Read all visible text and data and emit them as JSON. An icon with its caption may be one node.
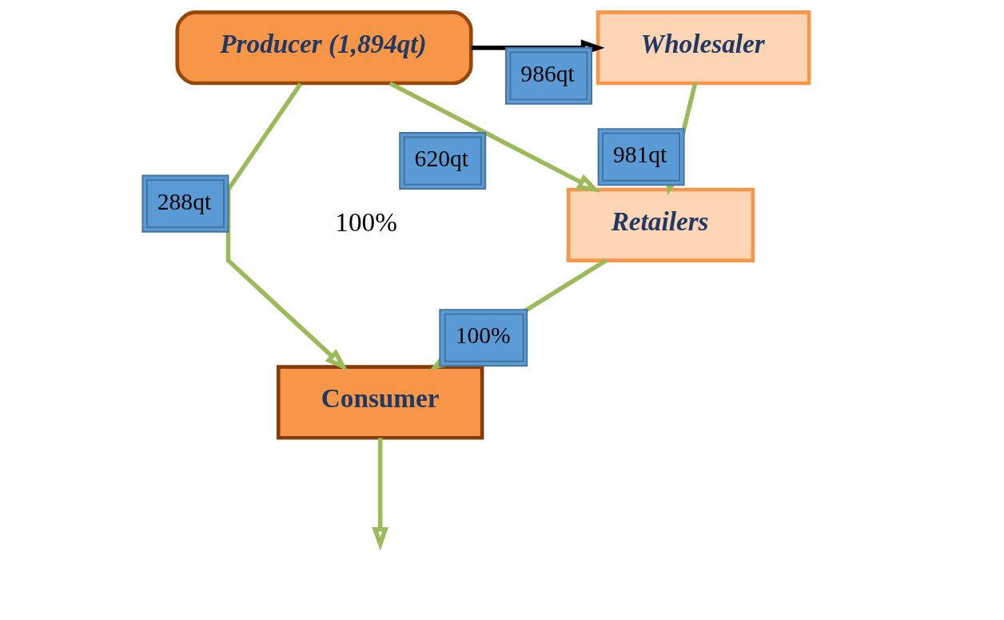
{
  "diagram": {
    "nodes": [
      {
        "text": [
          "Producer (1,894qt)"
        ]
      },
      {
        "text": [
          "Wholesaler"
        ]
      },
      {
        "text": [
          "Retailers"
        ]
      },
      {
        "text": [
          "Consumer"
        ]
      }
    ],
    "edges": [
      {
        "from": 0,
        "to": 1,
        "arrow": "to",
        "label": "986qt",
        "color": "#000000"
      },
      {
        "from": 1,
        "to": 2,
        "arrow": "to",
        "label": "981qt"
      },
      {
        "from": 0,
        "to": 2,
        "arrow": "to",
        "label": "620qt"
      },
      {
        "from": 0,
        "to": 3,
        "arrow": "to",
        "label": "288qt"
      },
      {
        "from": 2,
        "to": 3,
        "arrow": "to",
        "label": "100%"
      },
      {
        "from": 3,
        "to": null,
        "arrow": "to"
      }
    ],
    "labels": [
      "100%"
    ]
  }
}
